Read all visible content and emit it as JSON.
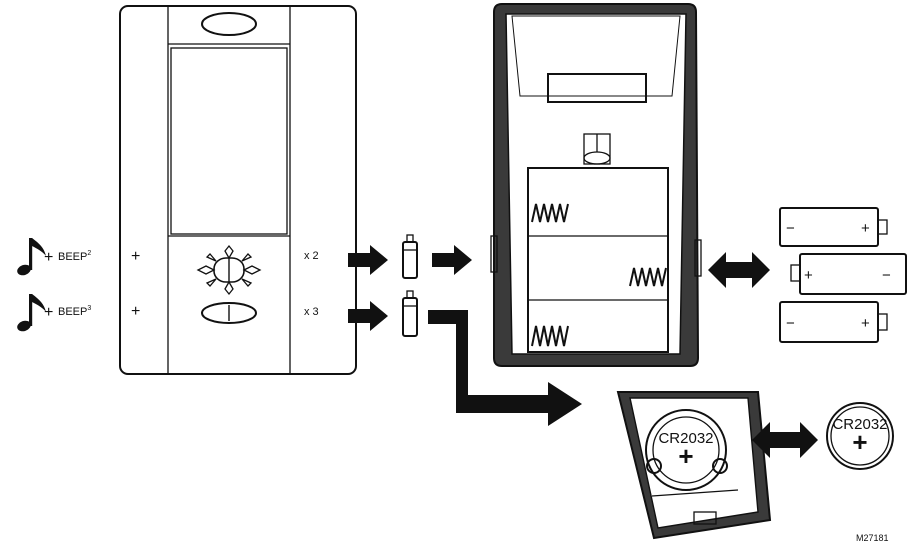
{
  "instructions": [
    {
      "beep": "BEEP",
      "count": "2",
      "plus1": "+",
      "plus2": "+",
      "times": "x 2"
    },
    {
      "beep": "BEEP",
      "count": "3",
      "plus1": "+",
      "plus2": "+",
      "times": "x 3"
    }
  ],
  "coin_cell": {
    "label": "CR2032",
    "sign": "+"
  },
  "aa_cells": {
    "minus": "−",
    "plus": "+"
  },
  "figure_code": "M27181",
  "icons": [
    "music-note-icon",
    "arrow-right-icon",
    "double-arrow-icon",
    "aa-battery-icon",
    "coin-cell-icon"
  ]
}
